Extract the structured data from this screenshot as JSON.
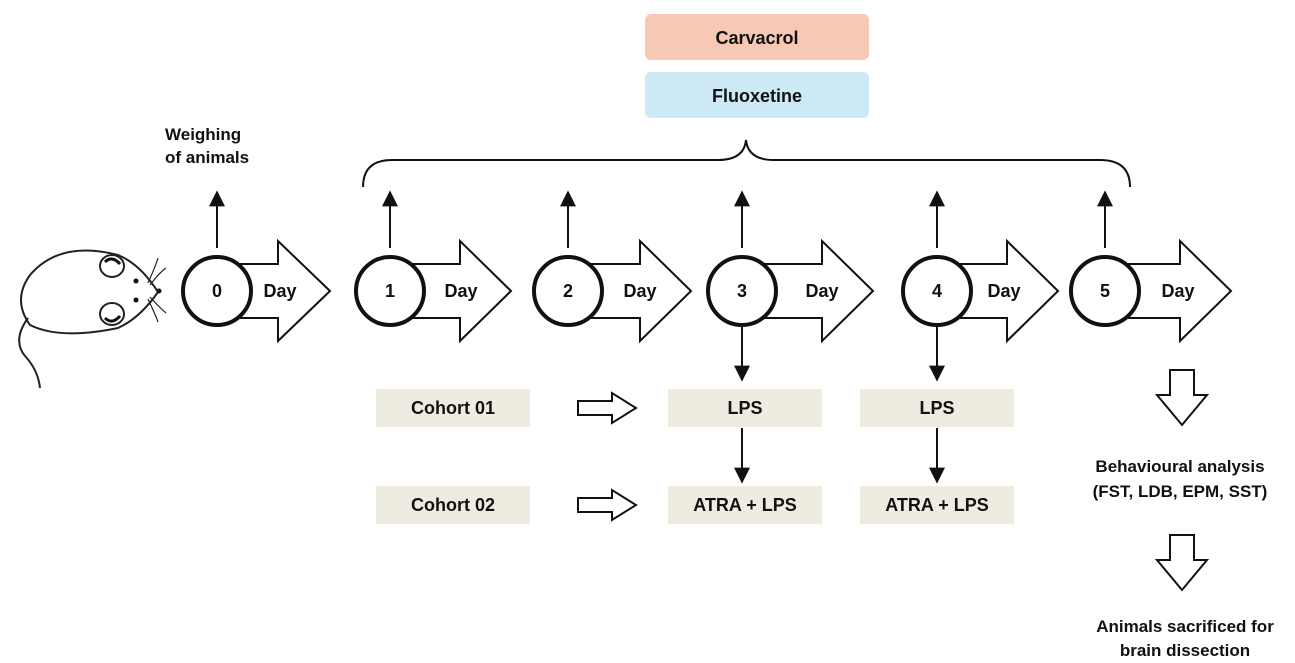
{
  "treatments": [
    {
      "label": "Carvacrol",
      "color": "#f7c8b4"
    },
    {
      "label": "Fluoxetine",
      "color": "#cde9f6"
    }
  ],
  "weighing_label": [
    "Weighing",
    "of animals"
  ],
  "days": [
    {
      "number": "0",
      "label": "Day"
    },
    {
      "number": "1",
      "label": "Day"
    },
    {
      "number": "2",
      "label": "Day"
    },
    {
      "number": "3",
      "label": "Day"
    },
    {
      "number": "4",
      "label": "Day"
    },
    {
      "number": "5",
      "label": "Day"
    }
  ],
  "cohorts": [
    {
      "label": "Cohort 01",
      "day3": "LPS",
      "day4": "LPS"
    },
    {
      "label": "Cohort 02",
      "day3": "ATRA + LPS",
      "day4": "ATRA + LPS"
    }
  ],
  "box_color": "#eeebe1",
  "outcomes": {
    "behaviour": [
      "Behavioural analysis",
      "(FST, LDB, EPM, SST)"
    ],
    "sacrifice": [
      "Animals  sacrificed for",
      "brain dissection"
    ]
  },
  "icons": {
    "animal": "mouse-icon"
  }
}
